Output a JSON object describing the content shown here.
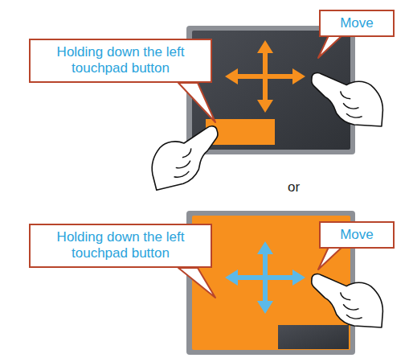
{
  "diagram": {
    "nodes": [
      {
        "text": [
          "Move"
        ]
      },
      {
        "text": [
          "Holding down the left touchpad button"
        ]
      },
      {
        "text": [
          "Move"
        ]
      },
      {
        "text": [
          "Holding down the left touchpad button"
        ]
      }
    ],
    "labels": [
      "or"
    ]
  }
}
